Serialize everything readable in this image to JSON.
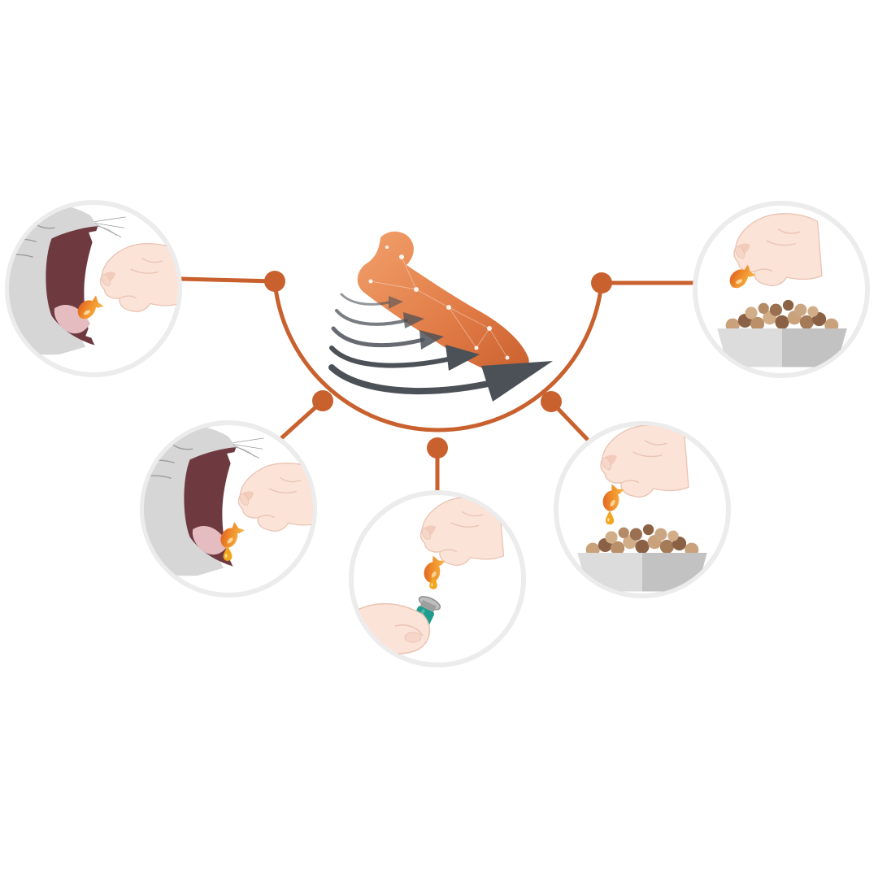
{
  "colors": {
    "connector": "#c8612e",
    "capsule_light": "#f6a23c",
    "capsule_dark": "#d9561f",
    "oil_drop": "#f2a51e",
    "cat_fur": "#d4d4d4",
    "cat_mouth": "#6e3a40",
    "cat_tongue": "#e5bcc0",
    "skin": "#fbe3d8",
    "skin_shadow": "#eec2b2",
    "kibble_light": "#c9a27c",
    "kibble_dark": "#8a6144",
    "bowl": "#cfcfcf",
    "applicator_teal": "#1f9c8e",
    "arrows": "#4c5158",
    "circle_border": "#ececec"
  },
  "hub": {
    "icon": "fish-shaped-capsule-with-fast-motion-arrows-icon"
  },
  "methods": [
    {
      "id": "capsule-to-cat-mouth",
      "icon": "hand-giving-whole-capsule-to-cat-icon"
    },
    {
      "id": "oil-drop-into-cat-mouth",
      "icon": "hand-squeezing-oil-into-cat-mouth-icon"
    },
    {
      "id": "oil-into-applicator",
      "icon": "hand-squeezing-oil-into-applicator-icon"
    },
    {
      "id": "oil-onto-food",
      "icon": "hand-squeezing-oil-onto-kibble-icon"
    },
    {
      "id": "capsule-on-food",
      "icon": "hand-placing-capsule-on-kibble-icon"
    }
  ]
}
